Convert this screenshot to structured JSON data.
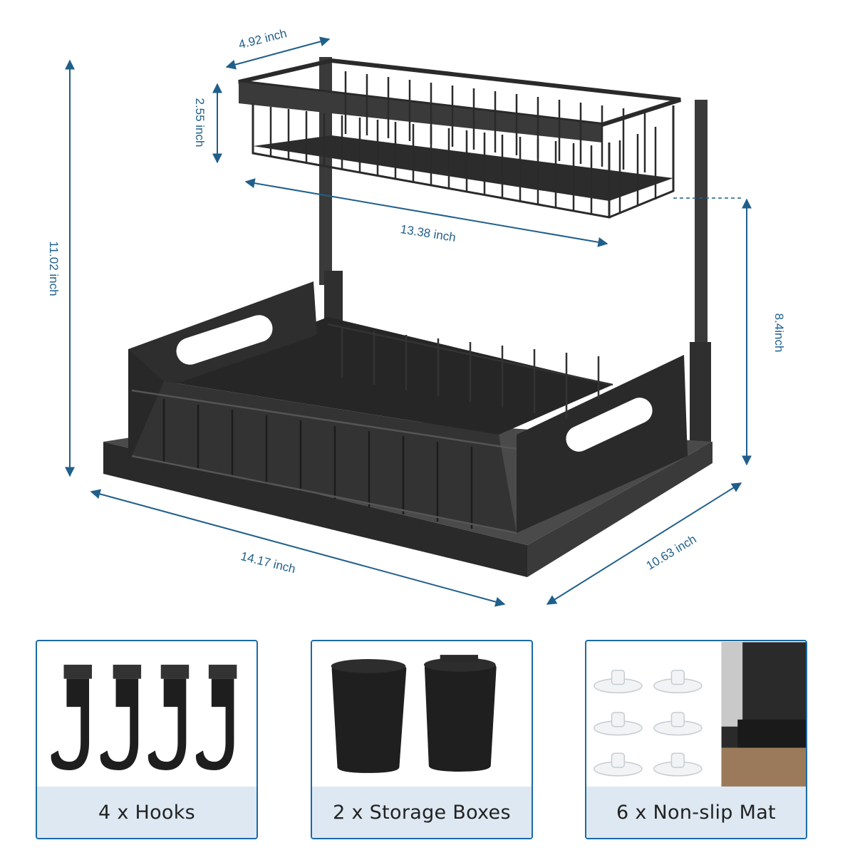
{
  "dimensions": {
    "top_depth": "4.92 inch",
    "top_height": "2.55 inch",
    "top_width": "13.38 inch",
    "total_height": "11.02 inch",
    "lower_height": "8.4inch",
    "base_width": "14.17 inch",
    "base_depth": "10.63 inch"
  },
  "accessories": [
    {
      "label": "4 x Hooks",
      "count": 4
    },
    {
      "label": "2 x Storage Boxes",
      "count": 2
    },
    {
      "label": "6 x Non-slip Mat",
      "count": 6
    }
  ],
  "colors": {
    "dimension": "#1f5f8b",
    "card_border": "#1b6aa6",
    "card_label_bg": "#dde8f2",
    "product": "#2b2b2b"
  }
}
